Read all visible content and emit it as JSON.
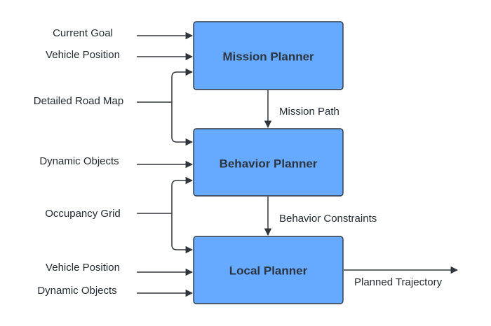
{
  "blocks": {
    "mission": "Mission Planner",
    "behavior": "Behavior Planner",
    "local": "Local Planner"
  },
  "inputs": {
    "current_goal": "Current Goal",
    "vehicle_position_1": "Vehicle Position",
    "detailed_road_map": "Detailed Road Map",
    "dynamic_objects_1": "Dynamic Objects",
    "occupancy_grid": "Occupancy Grid",
    "vehicle_position_2": "Vehicle Position",
    "dynamic_objects_2": "Dynamic Objects"
  },
  "edges": {
    "mission_path": "Mission Path",
    "behavior_constraints": "Behavior Constraints",
    "planned_trajectory": "Planned Trajectory"
  },
  "colors": {
    "block_fill": "#66aaff",
    "block_stroke": "#2f3640",
    "line": "#30363d",
    "text": "#222a33"
  }
}
